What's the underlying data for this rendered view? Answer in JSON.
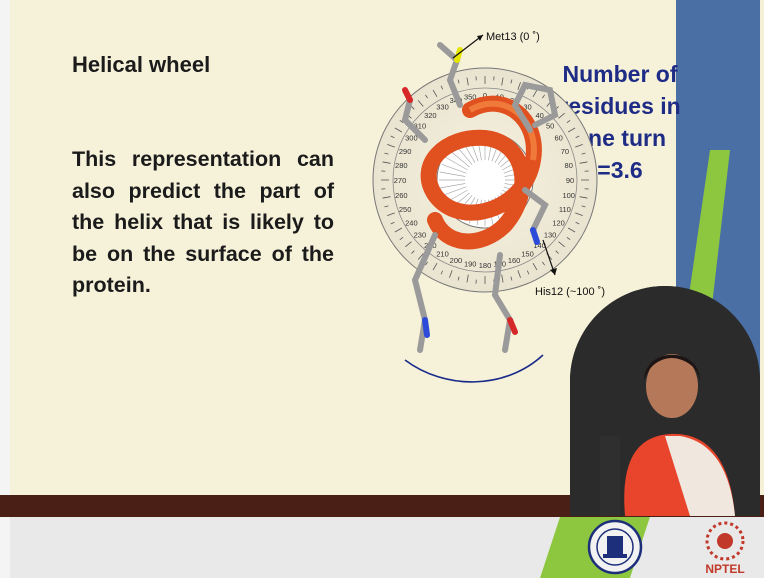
{
  "slide": {
    "heading": "Helical wheel",
    "body": "This representation can also predict the part of the helix that is likely to be on the surface of the protein.",
    "callout": {
      "line1": "Number of",
      "line2": "residues in",
      "line3": "one turn",
      "line4": "=3.6"
    }
  },
  "figure": {
    "label_top": "Met13 (0 ˚)",
    "label_right": "His12 (~100 ˚)",
    "degree_labels": [
      "0",
      "10",
      "20",
      "30",
      "40",
      "50",
      "60",
      "70",
      "80",
      "90",
      "100",
      "110",
      "120",
      "130",
      "140",
      "150",
      "160",
      "170",
      "180",
      "190",
      "200",
      "210",
      "220",
      "230",
      "240",
      "250",
      "260",
      "270",
      "280",
      "290",
      "300",
      "310",
      "320",
      "330",
      "340",
      "350"
    ]
  },
  "footer": {
    "logo_text": "NPTEL"
  },
  "colors": {
    "background": "#f6f1d9",
    "callout_text": "#1f2c86",
    "accent_green": "#8dc63f",
    "accent_blue": "#4a6fa5",
    "bar": "#4a1f16",
    "helix": "#e1501f"
  }
}
